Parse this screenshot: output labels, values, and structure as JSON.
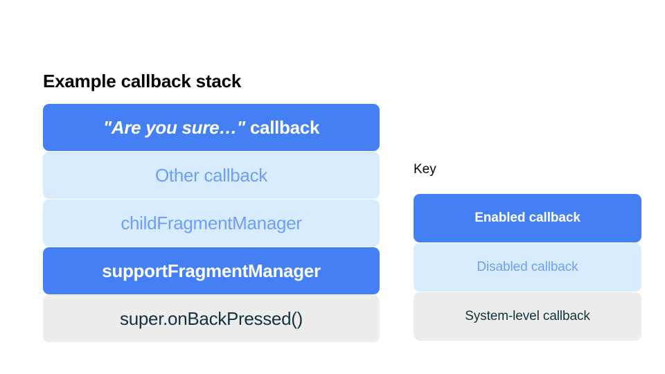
{
  "stack_panel": {
    "title": "Example callback stack",
    "items": [
      {
        "label": "\"Are you sure…\" callback",
        "quoted_part": "\"Are you sure…\"",
        "plain_part": " callback",
        "state": "enabled",
        "name": "callback-bar-are-you-sure"
      },
      {
        "label": "Other callback",
        "state": "disabled",
        "name": "callback-bar-other-callback"
      },
      {
        "label": "childFragmentManager",
        "state": "disabled",
        "name": "callback-bar-child-fragment-manager"
      },
      {
        "label": "supportFragmentManager",
        "state": "enabled",
        "name": "callback-bar-support-fragment-manager"
      },
      {
        "label": "super.onBackPressed()",
        "state": "system",
        "name": "callback-bar-super-on-back-pressed"
      }
    ]
  },
  "key_panel": {
    "title": "Key",
    "items": [
      {
        "label": "Enabled callback",
        "state": "enabled",
        "name": "key-item-enabled-callback"
      },
      {
        "label": "Disabled callback",
        "state": "disabled",
        "name": "key-item-disabled-callback"
      },
      {
        "label": "System-level callback",
        "state": "system",
        "name": "key-item-system-level-callback"
      }
    ]
  },
  "colors": {
    "enabled_fill": "#4480f4",
    "enabled_text": "#ffffff",
    "disabled_fill": "#d8ecfd",
    "disabled_text": "#6d9efb",
    "system_fill": "#ededed",
    "system_text": "#15323f",
    "title_text": "#000000",
    "background": "#ffffff"
  }
}
